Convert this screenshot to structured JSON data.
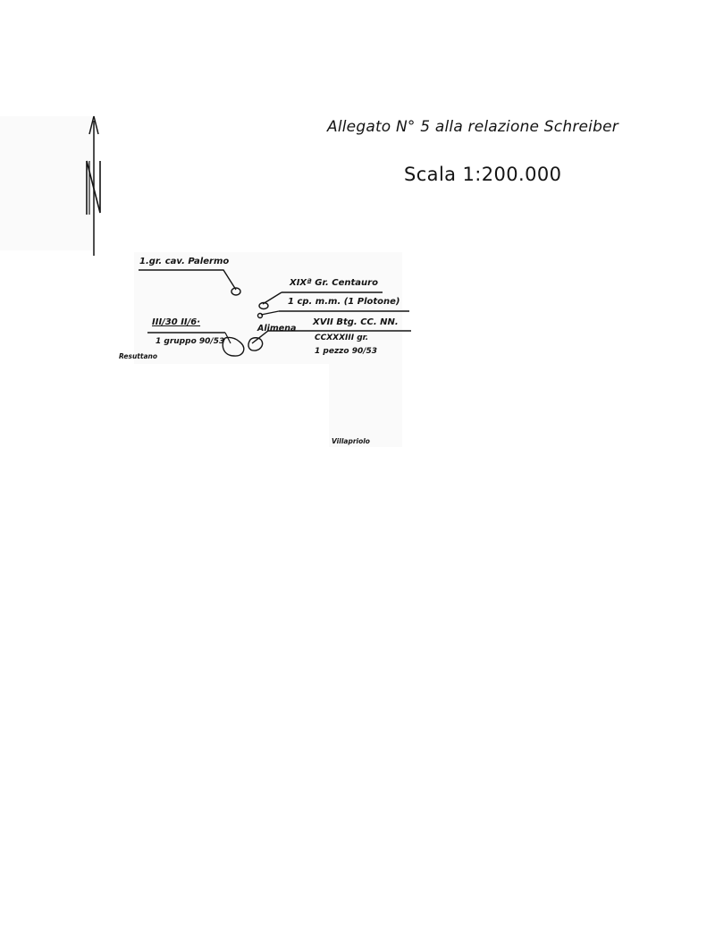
{
  "header": {
    "title": "Allegato N° 5  alla relazione Schreiber",
    "scale": "Scala 1:200.000"
  },
  "north_arrow": {
    "letter": "N"
  },
  "units": {
    "cav_palermo": "1.gr. cav. Palermo",
    "roman_group": "III/30  II/6·",
    "gruppo": "1 gruppo 90/53",
    "centauro": "XIXª Gr. Centauro",
    "cp_mm": "1 cp. m.m. (1 Plotone)",
    "btg": "XVII Btg. CC. NN.",
    "ccxxxiii": "CCXXXIII gr.",
    "pezzo": "1 pezzo 90/53"
  },
  "places": {
    "alimena": "Alimena",
    "resuttano": "Resuttano",
    "villapriolo": "Villapriolo"
  },
  "colors": {
    "ink": "#141414",
    "paper": "#ffffff"
  }
}
